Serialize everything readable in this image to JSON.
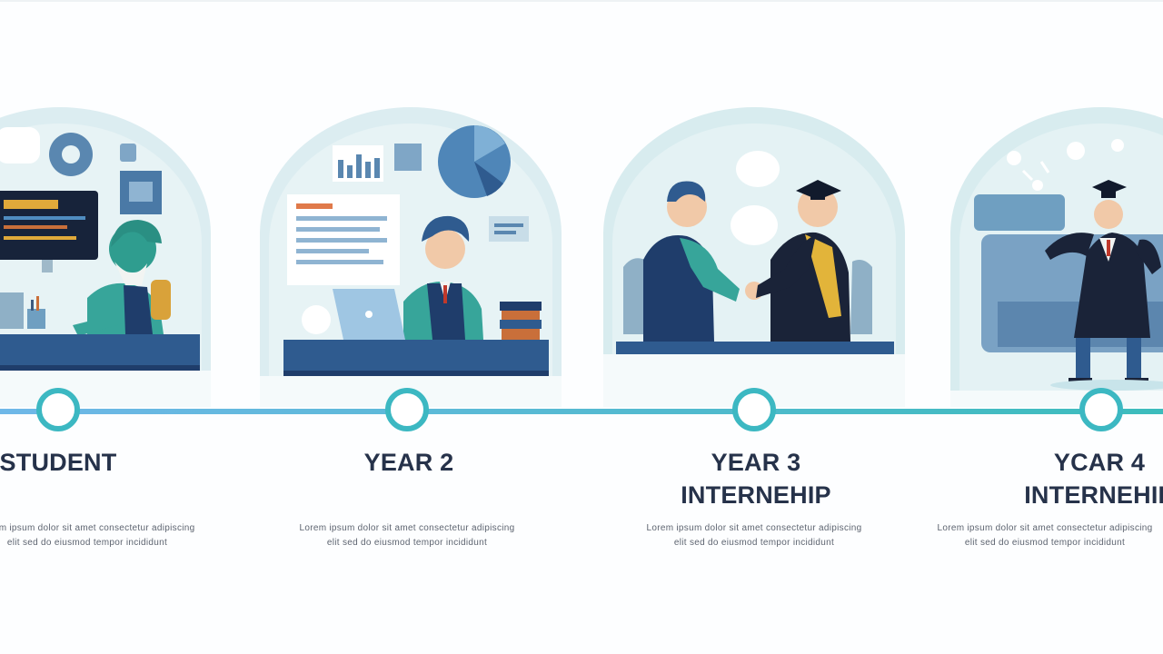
{
  "timeline": {
    "milestones": [
      {
        "title": "STUDENT",
        "subtitle": "",
        "description": "Lorem ipsum dolor sit amet consectetur adipiscing elit sed do eiusmod tempor incididunt",
        "scene": "student-at-desk"
      },
      {
        "title": "YEAR 2",
        "subtitle": "",
        "description": "Lorem ipsum dolor sit amet consectetur adipiscing elit sed do eiusmod tempor incididunt",
        "scene": "working-on-laptop"
      },
      {
        "title": "YEAR 3",
        "subtitle": "INTERNEHIP",
        "description": "Lorem ipsum dolor sit amet consectetur adipiscing elit sed do eiusmod tempor incididunt",
        "scene": "handshake-with-graduate"
      },
      {
        "title": "YCAR 4",
        "subtitle": "INTERNEHIP",
        "description": "Lorem ipsum dolor sit amet consectetur adipiscing elit sed do eiusmod tempor incididunt",
        "scene": "graduate-celebrating"
      }
    ]
  },
  "colors": {
    "track_start": "#6fb8e8",
    "track_end": "#3cbcbc",
    "node_ring": "#3cb8c2",
    "title_text": "#26324a",
    "arch_bg": "#dcedf1",
    "navy": "#1f3d6b",
    "teal": "#37a59a"
  }
}
